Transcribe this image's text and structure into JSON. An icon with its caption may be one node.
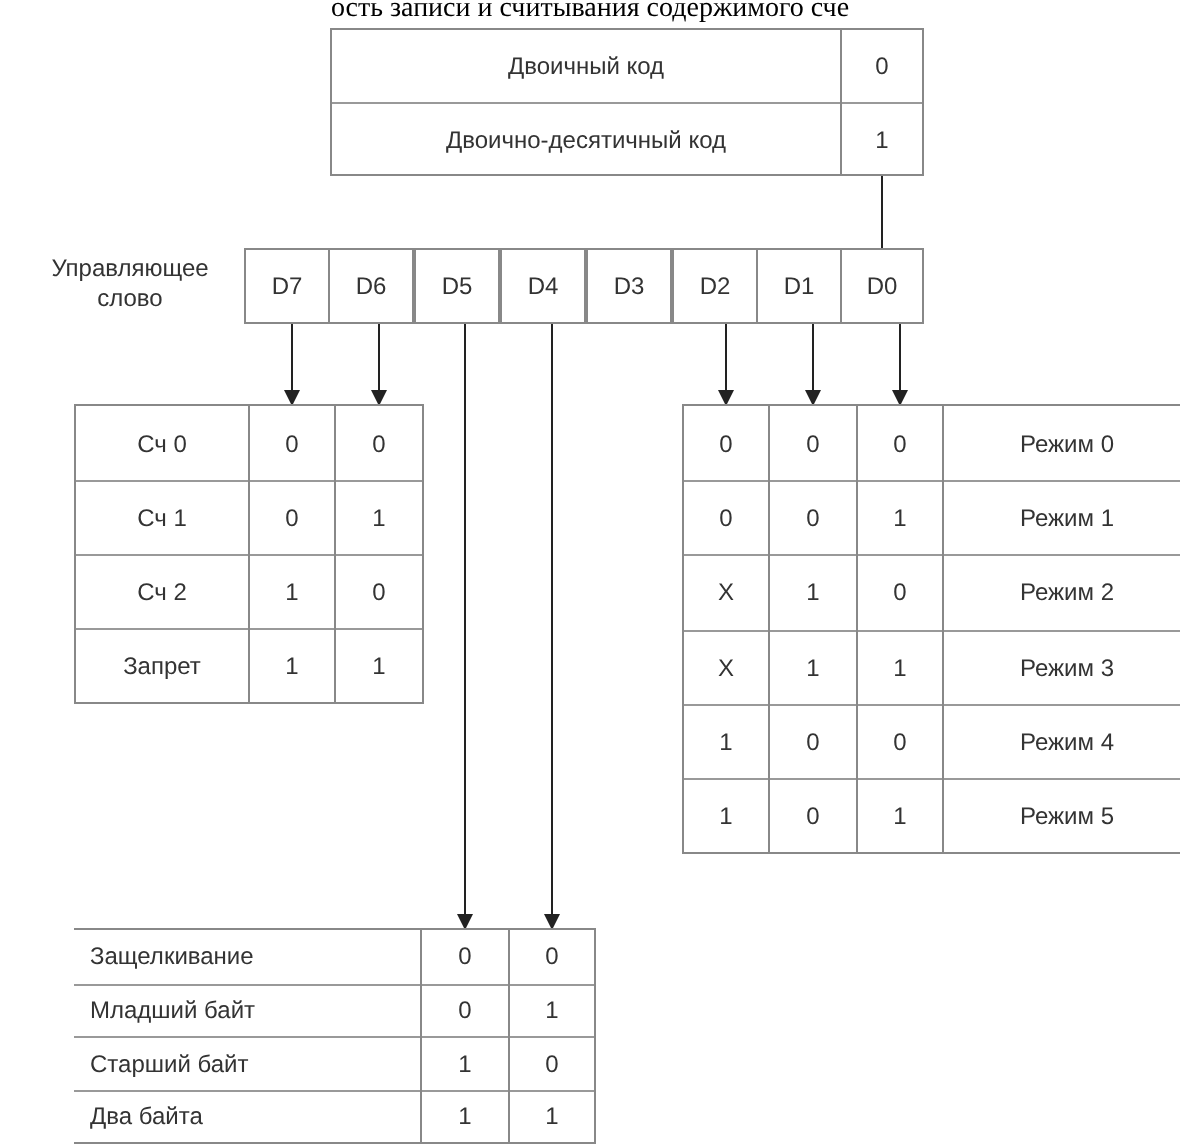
{
  "diagram": {
    "nodes": [
      {
        "text": [
          "Двоичный код",
          "Двоично-десятичный код"
        ]
      },
      {
        "text": [
          "0",
          "1"
        ]
      },
      {
        "text": [
          "Управляющее слово"
        ]
      },
      {
        "text": [
          "D7"
        ],
        "in": 2
      },
      {
        "text": [
          "D6"
        ],
        "in": 2
      },
      {
        "text": [
          "D5"
        ],
        "in": 2
      },
      {
        "text": [
          "D4"
        ],
        "in": 2
      },
      {
        "text": [
          "D3"
        ],
        "in": 2
      },
      {
        "text": [
          "D2"
        ],
        "in": 2
      },
      {
        "text": [
          "D1"
        ],
        "in": 2
      },
      {
        "text": [
          "D0"
        ],
        "in": 2
      },
      {
        "text": [
          "Сч 0",
          "Сч 1",
          "Сч 2",
          "Запрет"
        ]
      },
      {
        "text": [
          "0",
          "0",
          "1",
          "1"
        ]
      },
      {
        "text": [
          "0",
          "1",
          "0",
          "1"
        ]
      },
      {
        "text": [
          "0",
          "0",
          "X",
          "X",
          "1",
          "1"
        ]
      },
      {
        "text": [
          "0",
          "0",
          "1",
          "1",
          "0",
          "0"
        ]
      },
      {
        "text": [
          "0",
          "1",
          "0",
          "1",
          "0",
          "1"
        ]
      },
      {
        "text": [
          "Режим 0",
          "Режим 1",
          "Режим 2",
          "Режим 3",
          "Режим 4",
          "Режим 5"
        ]
      },
      {
        "text": [
          "Защелкивание",
          "Младший байт",
          "Старший байт",
          "Два байта"
        ]
      },
      {
        "text": [
          "0",
          "0",
          "1",
          "1"
        ]
      },
      {
        "text": [
          "0",
          "1",
          "0",
          "1"
        ]
      }
    ],
    "edges": [
      {
        "from": 10,
        "to": 1,
        "arrow": "none"
      },
      {
        "from": 3,
        "to": 12,
        "arrow": "to"
      },
      {
        "from": 4,
        "to": 13,
        "arrow": "to"
      },
      {
        "from": 5,
        "to": 19,
        "arrow": "to"
      },
      {
        "from": 6,
        "to": 20,
        "arrow": "to"
      },
      {
        "from": 8,
        "to": 14,
        "arrow": "to"
      },
      {
        "from": 9,
        "to": 15,
        "arrow": "to"
      },
      {
        "from": 10,
        "to": 16,
        "arrow": "to"
      }
    ],
    "labels": [
      "ость записи и считывания содержимого сче"
    ]
  }
}
